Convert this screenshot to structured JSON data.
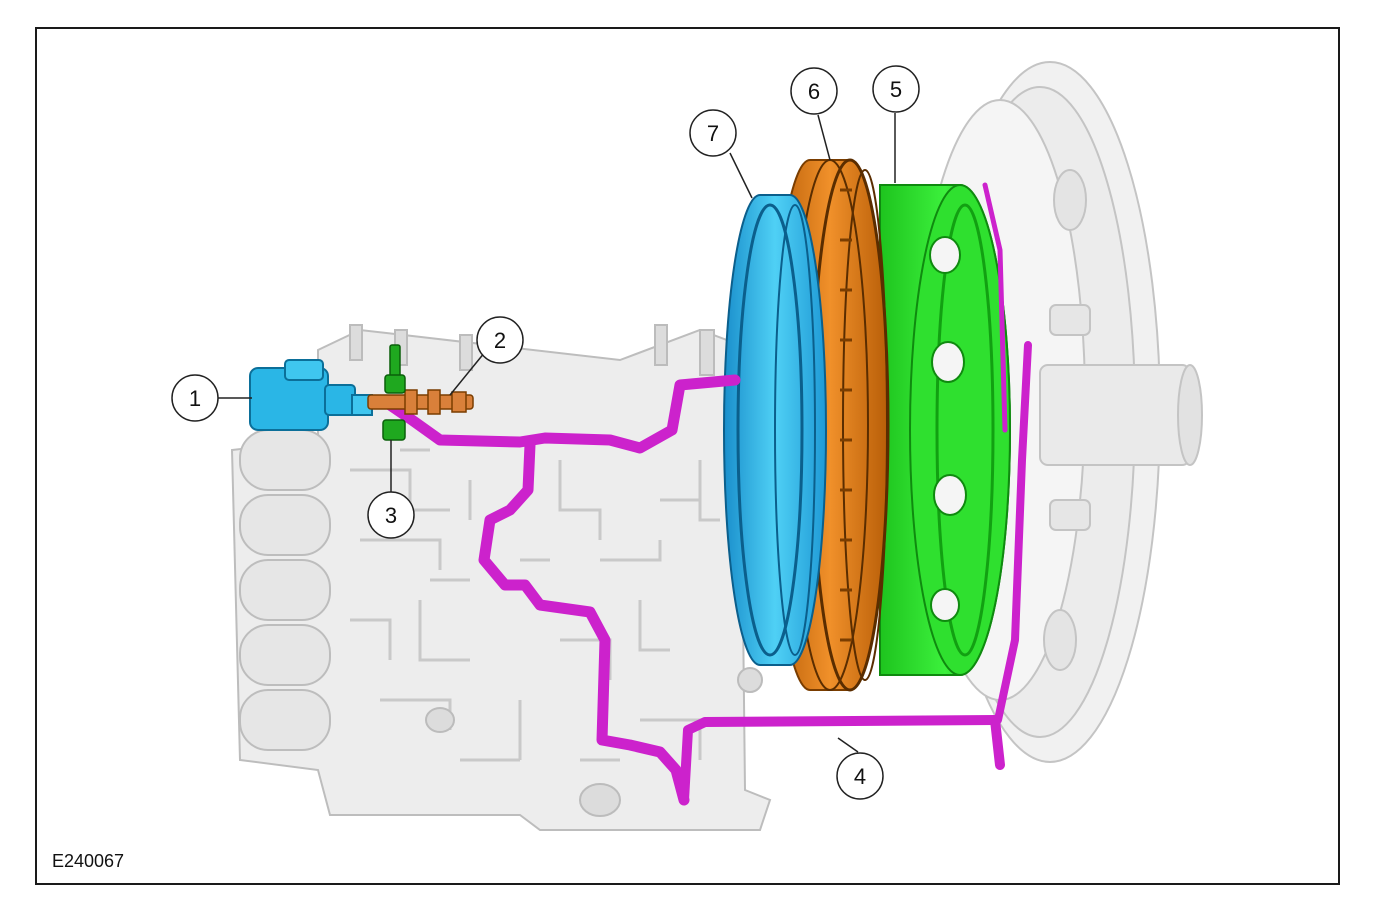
{
  "figure": {
    "id": "E240067"
  },
  "callouts": [
    {
      "num": "1"
    },
    {
      "num": "2"
    },
    {
      "num": "3"
    },
    {
      "num": "4"
    },
    {
      "num": "5"
    },
    {
      "num": "6"
    },
    {
      "num": "7"
    }
  ],
  "colors": {
    "fluid_passage": "#cc22cc",
    "connector": "#2ab6e6",
    "solenoid_valve": "#d9803a",
    "valve_stem": "#1fa81f",
    "clutch_piston": "#2ab6e6",
    "clutch_plates": "#e07d10",
    "clutch_drum": "#22dd22",
    "housing": "#d8d8d8"
  }
}
